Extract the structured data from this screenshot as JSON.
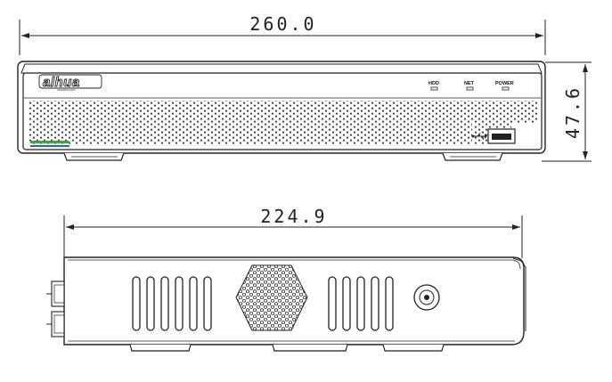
{
  "dimensions": {
    "front_width": "260.0",
    "front_height": "47.6",
    "side_depth": "224.9"
  },
  "front_panel": {
    "brand_logo": "alhua",
    "brand_sub": "TECHNOLOGY",
    "indicators": [
      {
        "label": "HDD"
      },
      {
        "label": "NET"
      },
      {
        "label": "POWER"
      }
    ],
    "stripe_colors": [
      "#3aa64a",
      "#3b5fc0"
    ]
  },
  "colors": {
    "line": "#222222",
    "panel": "#ffffff",
    "hole": "#444444"
  }
}
